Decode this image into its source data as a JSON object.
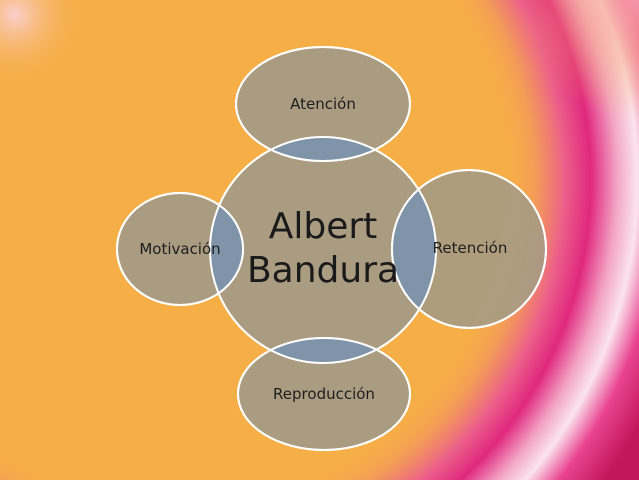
{
  "diagram": {
    "center": {
      "line1": "Albert",
      "line2": "Bandura"
    },
    "nodes": {
      "top": "Atención",
      "right": "Retención",
      "bottom": "Reproducción",
      "left": "Motivación"
    }
  },
  "colors": {
    "background": "#f6ae47",
    "circle_fill": "#a49b85",
    "circle_stroke": "#ffffff",
    "overlap_fill": "#7f94a8",
    "accent_pink": "#e0287e",
    "accent_magenta": "#c2185b"
  }
}
